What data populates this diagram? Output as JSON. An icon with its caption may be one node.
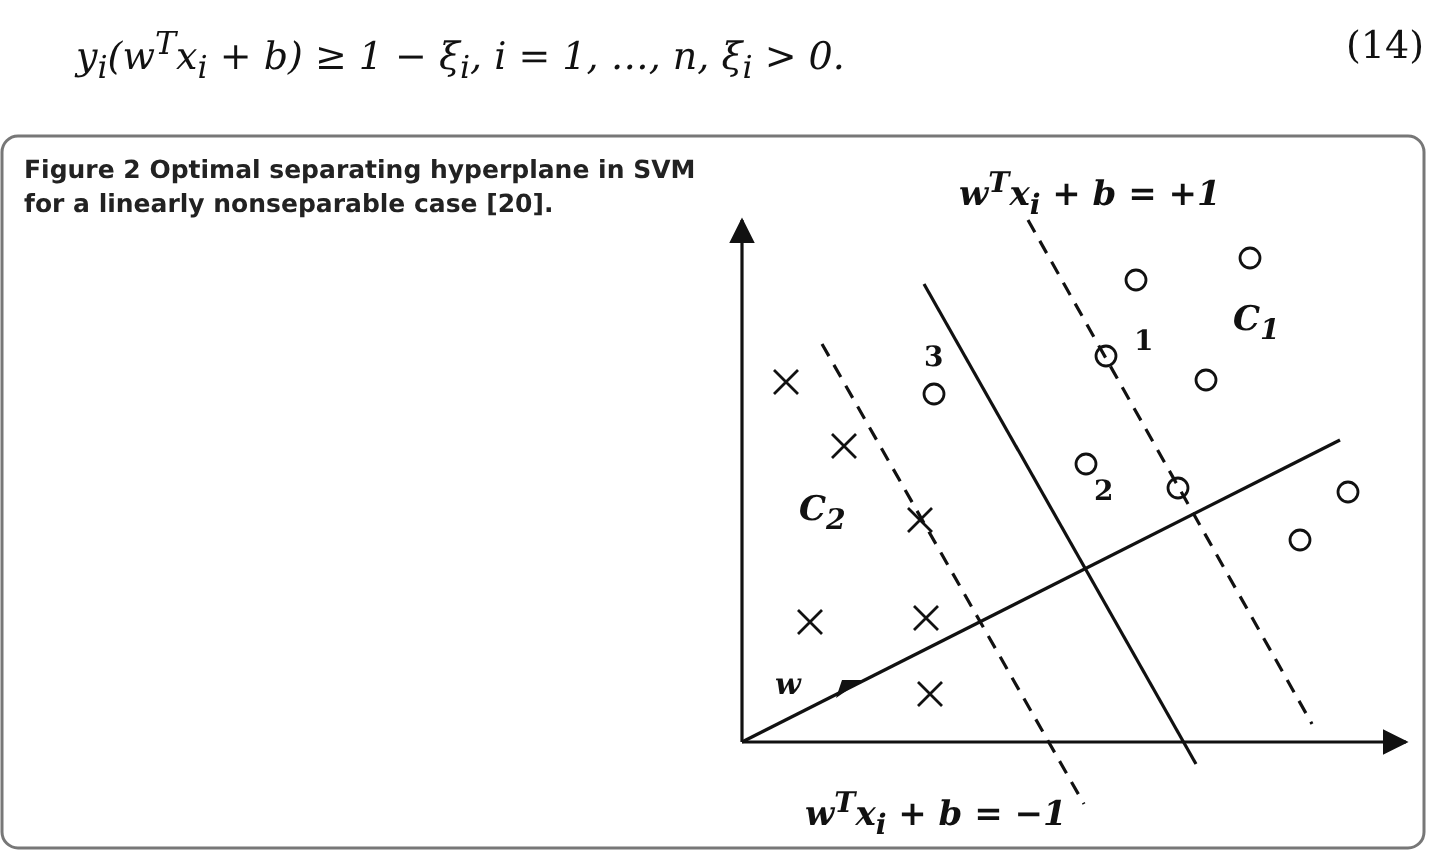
{
  "diagram": {
    "caption": "Figure 2 Optimal separating hyperplane in SVM for a linearly nonseparable case [20].",
    "labels": [
      "y$_{i}$(w$^{T}$x$_{i}$ + b) ≥ 1 − ξ$_{i}$,     i = 1, …, n, ξ$_{i}$ > 0.",
      "(14)",
      "w$^{T}$x$_{i}$ + b = +1",
      "1",
      "C$_{1}$",
      "3",
      "C$_{2}$",
      "2",
      "w",
      "w$^{T}$x$_{i}$ + b = −1"
    ]
  }
}
